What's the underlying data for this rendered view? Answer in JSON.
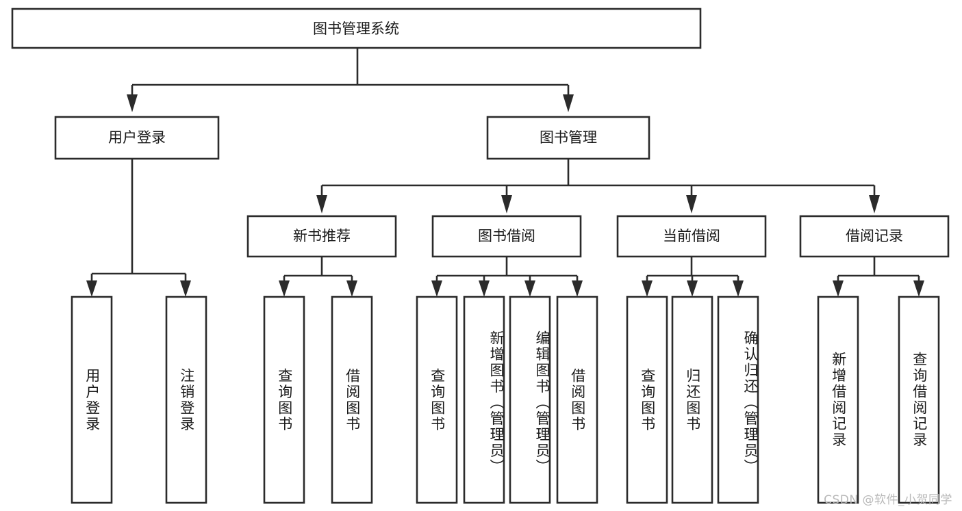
{
  "diagram": {
    "type": "tree-hierarchy-chart",
    "title": "图书管理系统",
    "levels": 4,
    "colors": {
      "box_stroke": "#2b2b2b",
      "box_fill": "#ffffff",
      "connector": "#2b2b2b",
      "text": "#1a1a1a",
      "background": "#ffffff",
      "watermark": "#b9b9b9"
    },
    "root": {
      "id": "root",
      "label": "图书管理系统",
      "orientation": "horizontal"
    },
    "level2": [
      {
        "id": "user-login",
        "label": "用户登录",
        "orientation": "horizontal"
      },
      {
        "id": "book-management",
        "label": "图书管理",
        "orientation": "horizontal"
      }
    ],
    "level3": [
      {
        "id": "new-book-recommend",
        "label": "新书推荐",
        "parent": "book-management",
        "orientation": "horizontal"
      },
      {
        "id": "book-borrow",
        "label": "图书借阅",
        "parent": "book-management",
        "orientation": "horizontal"
      },
      {
        "id": "current-borrow",
        "label": "当前借阅",
        "parent": "book-management",
        "orientation": "horizontal"
      },
      {
        "id": "borrow-record",
        "label": "借阅记录",
        "parent": "book-management",
        "orientation": "horizontal"
      }
    ],
    "leaves": [
      {
        "id": "leaf-user-login",
        "label": "用户登录",
        "parent": "user-login",
        "orientation": "vertical"
      },
      {
        "id": "leaf-logout-login",
        "label": "注销登录",
        "parent": "user-login",
        "orientation": "vertical"
      },
      {
        "id": "leaf-query-book-1",
        "label": "查询图书",
        "parent": "new-book-recommend",
        "orientation": "vertical"
      },
      {
        "id": "leaf-borrow-book-1",
        "label": "借阅图书",
        "parent": "new-book-recommend",
        "orientation": "vertical"
      },
      {
        "id": "leaf-query-book-2",
        "label": "查询图书",
        "parent": "book-borrow",
        "orientation": "vertical"
      },
      {
        "id": "leaf-add-book",
        "label": "新增图书（管理员）",
        "parent": "book-borrow",
        "orientation": "vertical"
      },
      {
        "id": "leaf-edit-book",
        "label": "编辑图书（管理员）",
        "parent": "book-borrow",
        "orientation": "vertical"
      },
      {
        "id": "leaf-borrow-book-2",
        "label": "借阅图书",
        "parent": "book-borrow",
        "orientation": "vertical"
      },
      {
        "id": "leaf-query-book-3",
        "label": "查询图书",
        "parent": "current-borrow",
        "orientation": "vertical"
      },
      {
        "id": "leaf-return-book",
        "label": "归还图书",
        "parent": "current-borrow",
        "orientation": "vertical"
      },
      {
        "id": "leaf-confirm-return",
        "label": "确认归还（管理员）",
        "parent": "current-borrow",
        "orientation": "vertical"
      },
      {
        "id": "leaf-add-record",
        "label": "新增借阅记录",
        "parent": "borrow-record",
        "orientation": "vertical"
      },
      {
        "id": "leaf-query-record",
        "label": "查询借阅记录",
        "parent": "borrow-record",
        "orientation": "vertical"
      }
    ],
    "watermark": "CSDN @软件_小贺同学"
  }
}
